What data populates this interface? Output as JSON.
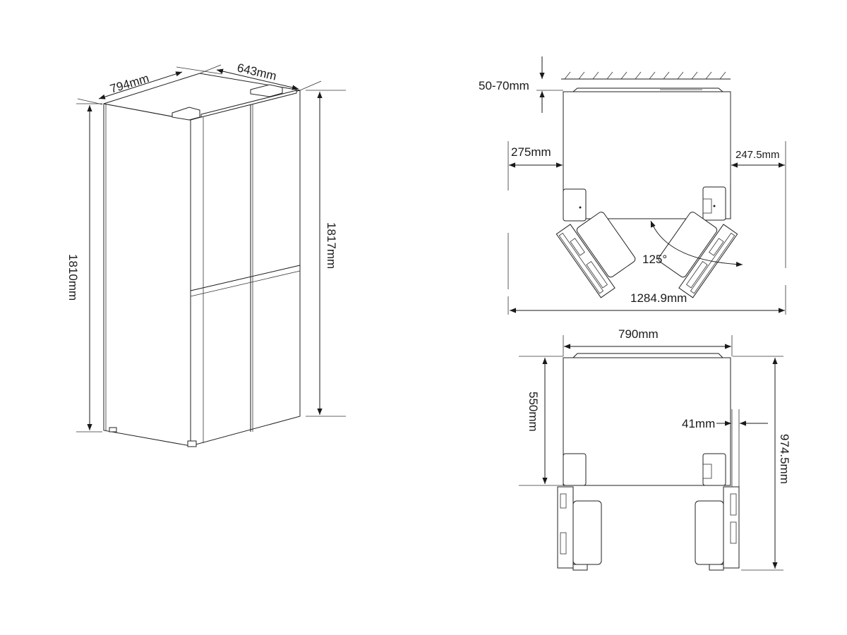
{
  "perspective_view": {
    "width_label": "794mm",
    "depth_label": "643mm",
    "height_body_label": "1810mm",
    "height_total_label": "1817mm"
  },
  "top_view_open": {
    "clearance_top_label": "50-70mm",
    "left_clearance_label": "275mm",
    "right_clearance_label": "247.5mm",
    "door_angle_label": "125°",
    "total_width_label": "1284.9mm"
  },
  "top_view_90": {
    "width_label": "790mm",
    "depth_label": "550mm",
    "side_gap_label": "41mm",
    "total_depth_label": "974.5mm"
  }
}
